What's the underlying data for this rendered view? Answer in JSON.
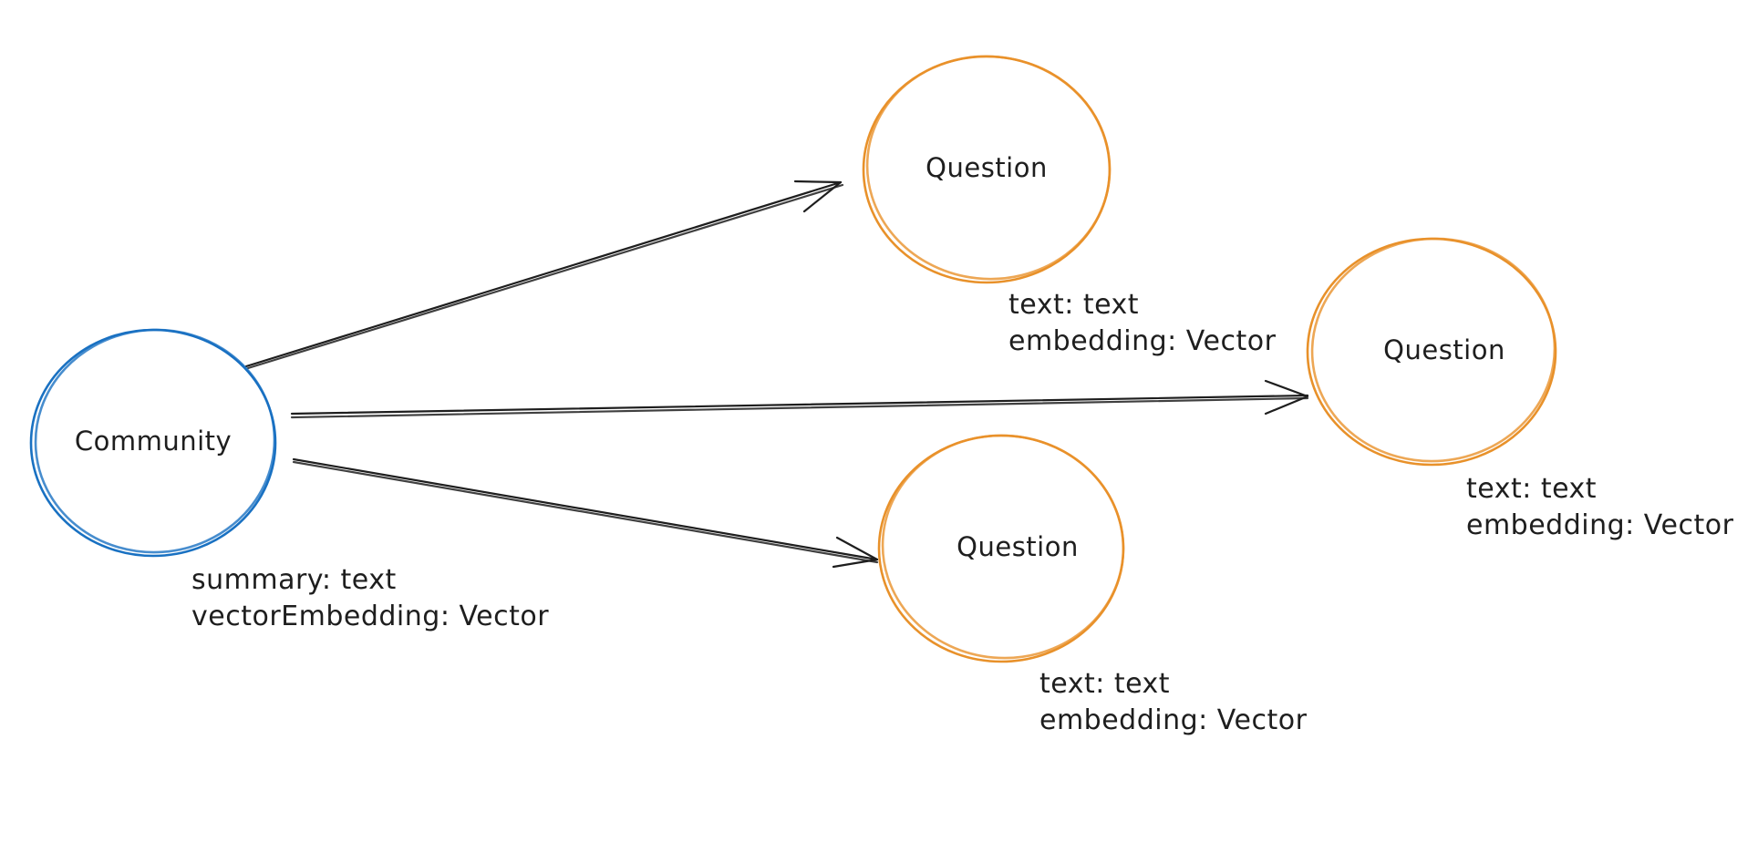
{
  "colors": {
    "community_stroke": "#1971c2",
    "question_stroke": "#e8912a",
    "edge_stroke": "#1e1e1e",
    "text": "#1e1e1e"
  },
  "nodes": {
    "community": {
      "label": "Community",
      "props": [
        "summary: text",
        "vectorEmbedding: Vector"
      ]
    },
    "question_top": {
      "label": "Question",
      "props": [
        "text: text",
        "embedding: Vector"
      ]
    },
    "question_right": {
      "label": "Question",
      "props": [
        "text: text",
        "embedding: Vector"
      ]
    },
    "question_bottom": {
      "label": "Question",
      "props": [
        "text: text",
        "embedding: Vector"
      ]
    }
  },
  "edges": [
    {
      "from": "Community",
      "to": "Question"
    },
    {
      "from": "Community",
      "to": "Question"
    },
    {
      "from": "Community",
      "to": "Question"
    }
  ]
}
